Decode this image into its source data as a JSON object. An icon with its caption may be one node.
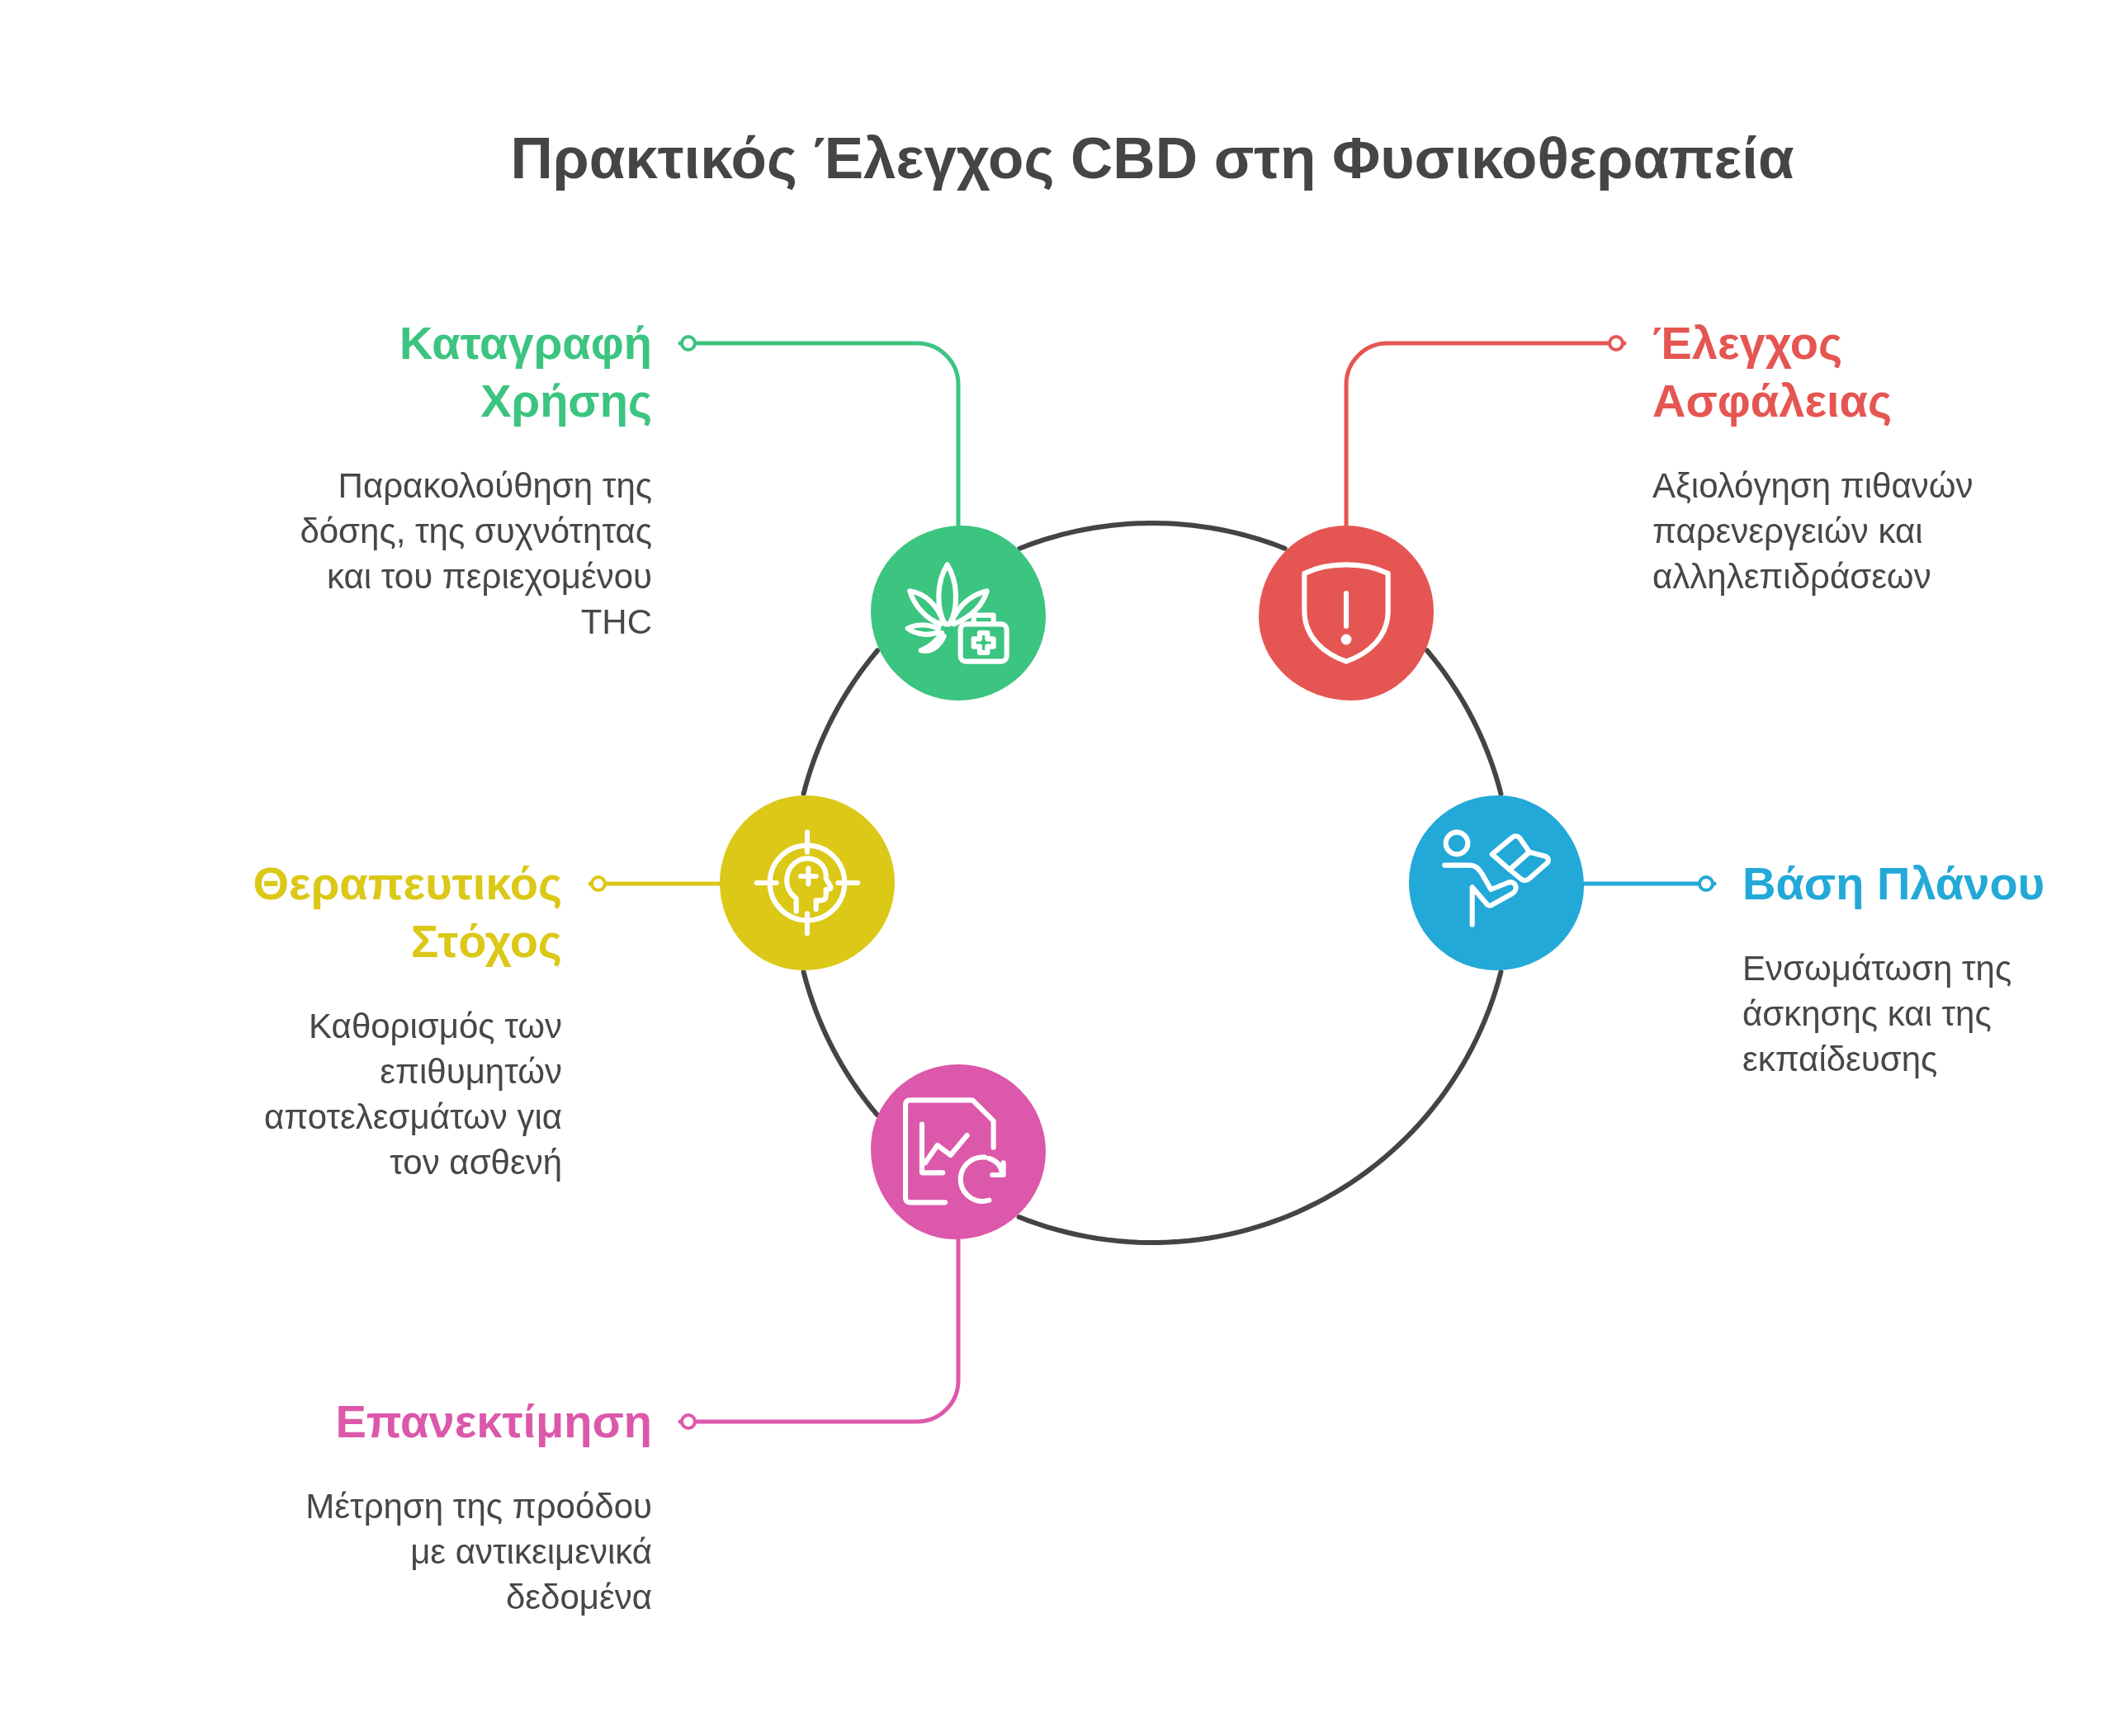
{
  "diagram": {
    "title": "Πρακτικός Έλεγχος CBD στη Φυσικοθεραπεία",
    "nodes": [
      {
        "text": [
          "Καταγραφή Χρήσης",
          "Παρακολούθηση της δόσης, της συχνότητας και του περιεχομένου THC"
        ]
      },
      {
        "text": [],
        "shape": "circle"
      },
      {
        "text": [
          "Έλεγχος Ασφάλειας",
          "Αξιολόγηση πιθανών παρενεργειών και αλληλεπιδράσεων"
        ]
      },
      {
        "text": [],
        "shape": "circle"
      },
      {
        "text": [
          "Θεραπευτικός Στόχος",
          "Καθορισμός των επιθυμητών αποτελεσμάτων για τον ασθενή"
        ]
      },
      {
        "text": [],
        "shape": "circle"
      },
      {
        "text": [],
        "shape": "circle"
      },
      {
        "text": [
          "Βάση Πλάνου",
          "Ενσωμάτωση της άσκησης και της εκπαίδευσης"
        ]
      },
      {
        "text": [],
        "shape": "circle"
      },
      {
        "text": [
          "Επανεκτίμηση",
          "Μέτρηση της προόδου με αντικειμενικά δεδομένα"
        ]
      }
    ],
    "edges": [
      {
        "from": 1,
        "to": 0,
        "arrow": "other",
        "color": "#3cc481"
      },
      {
        "from": 3,
        "to": 2,
        "arrow": "other",
        "color": "#e55652"
      },
      {
        "from": 5,
        "to": 4,
        "arrow": "other",
        "color": "#dbc817"
      },
      {
        "from": 6,
        "to": 7,
        "arrow": "other",
        "color": "#22a9d8"
      },
      {
        "from": 8,
        "to": 9,
        "arrow": "other",
        "color": "#dc58aa"
      },
      {
        "from": 1,
        "to": 3,
        "arrow": "none"
      },
      {
        "from": 3,
        "to": 6,
        "arrow": "none"
      },
      {
        "from": 6,
        "to": 8,
        "arrow": "none"
      },
      {
        "from": 8,
        "to": 5,
        "arrow": "none"
      },
      {
        "from": 5,
        "to": 1,
        "arrow": "none"
      }
    ]
  }
}
